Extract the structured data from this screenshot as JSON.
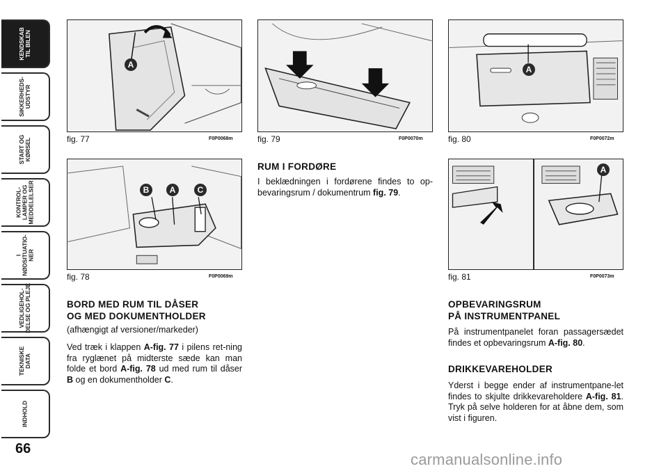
{
  "page_number": "66",
  "side_tabs": [
    {
      "label": "KENDSKAB\nTIL BILEN",
      "active": true
    },
    {
      "label": "SIKKERHEDS-\nUDSTYR",
      "active": false
    },
    {
      "label": "START OG\nKØRSEL",
      "active": false
    },
    {
      "label": "KONTROL-\nLAMPER OG\nMEDDELELSER",
      "active": false
    },
    {
      "label": "I\nNØDSITUATIO-\nNER",
      "active": false
    },
    {
      "label": "VEDLIGEHOL-\nDELSE OG PLEJE",
      "active": false
    },
    {
      "label": "TEKNISKE\nDATA",
      "active": false
    },
    {
      "label": "INDHOLD",
      "active": false
    }
  ],
  "figures": {
    "fig77": {
      "caption": "fig. 77",
      "code": "F0P0068m",
      "labels": [
        "A"
      ]
    },
    "fig78": {
      "caption": "fig. 78",
      "code": "F0P0069m",
      "labels": [
        "B",
        "A",
        "C"
      ]
    },
    "fig79": {
      "caption": "fig. 79",
      "code": "F0P0070m"
    },
    "fig80": {
      "caption": "fig. 80",
      "code": "F0P0072m",
      "labels": [
        "A"
      ]
    },
    "fig81": {
      "caption": "fig. 81",
      "code": "F0P0073m",
      "labels": [
        "A"
      ]
    }
  },
  "sections": {
    "bord": {
      "heading_line1": "BORD MED RUM TIL DÅSER",
      "heading_line2": "OG MED DOKUMENTHOLDER",
      "subheading": "(afhængigt af versioner/markeder)",
      "t1": "Ved træk i klappen ",
      "b1": "A-fig. 77",
      "t2": " i pilens ret-ning fra ryglænet på midterste sæde kan man folde et bord ",
      "b2": "A-fig. 78",
      "t3": " ud med rum til dåser ",
      "b3": "B",
      "t4": " og en dokumentholder ",
      "b4": "C",
      "t5": "."
    },
    "rum": {
      "heading": "RUM I FORDØRE",
      "t1": "I beklædningen i fordørene findes to op-bevaringsrum / dokumentrum ",
      "b1": "fig. 79",
      "t2": "."
    },
    "opbevaring": {
      "heading_line1": "OPBEVARINGSRUM",
      "heading_line2": "PÅ INSTRUMENTPANEL",
      "t1": "På instrumentpanelet foran passagersædet findes et opbevaringsrum ",
      "b1": "A-fig. 80",
      "t2": "."
    },
    "drikke": {
      "heading": "DRIKKEVAREHOLDER",
      "t1": "Yderst i begge ender af instrumentpane-let findes to skjulte drikkevareholdere ",
      "b1": "A-fig. 81",
      "t2": ". Tryk på selve holderen for at åbne dem, som vist i figuren."
    }
  },
  "watermark": "carmanualsonline.info"
}
